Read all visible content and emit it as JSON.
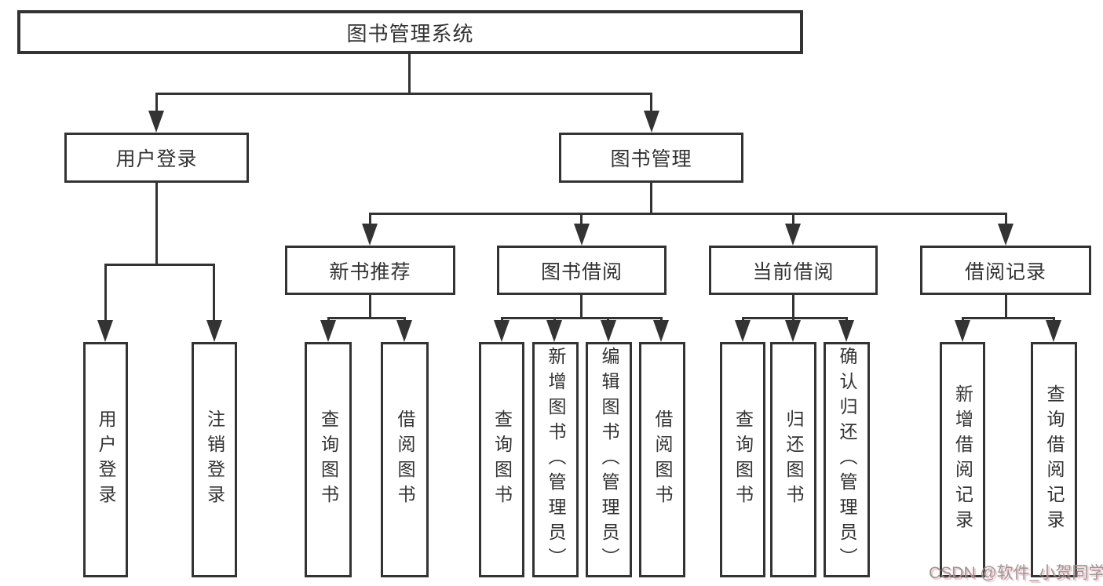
{
  "title": {
    "label": "图书管理系统"
  },
  "level2": [
    {
      "label": "用户登录"
    },
    {
      "label": "图书管理"
    }
  ],
  "level3": [
    {
      "label": "新书推荐"
    },
    {
      "label": "图书借阅"
    },
    {
      "label": "当前借阅"
    },
    {
      "label": "借阅记录"
    }
  ],
  "leaves": [
    {
      "label": "用户登录"
    },
    {
      "label": "注销登录"
    },
    {
      "label": "查询图书"
    },
    {
      "label": "借阅图书"
    },
    {
      "label": "查询图书"
    },
    {
      "label": "新增图书（管理员）"
    },
    {
      "label": "编辑图书（管理员）"
    },
    {
      "label": "借阅图书"
    },
    {
      "label": "查询图书"
    },
    {
      "label": "归还图书"
    },
    {
      "label": "确认归还（管理员）"
    },
    {
      "label": "新增借阅记录"
    },
    {
      "label": "查询借阅记录"
    }
  ],
  "watermark": {
    "text": "CSDN @软件_小贺同学"
  },
  "colors": {
    "line": "#333333",
    "text": "#333333",
    "watermark_gray": "#999999",
    "watermark_pink": "#e8848c",
    "background": "#ffffff"
  }
}
